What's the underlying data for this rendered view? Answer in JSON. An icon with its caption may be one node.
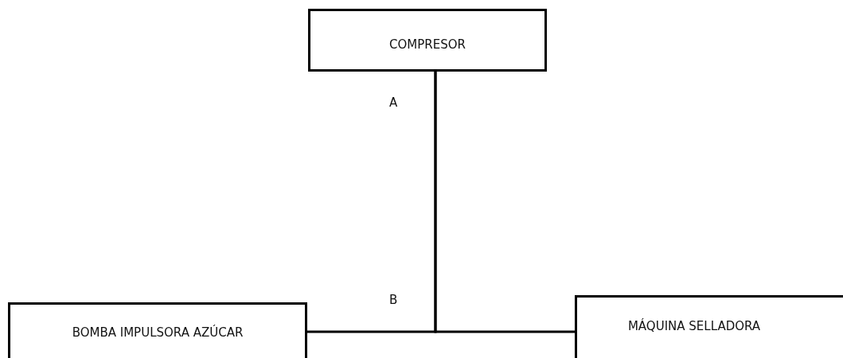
{
  "diagram": {
    "nodes": [
      {
        "text": [
          "COMPRESOR"
        ]
      },
      {
        "text": [
          "BOMBA IMPULSORA AZÚCAR"
        ]
      },
      {
        "text": [
          "MÁQUINA SELLADORA"
        ]
      }
    ],
    "edges": [
      {
        "from": 0,
        "to": 1,
        "arrow": "none"
      },
      {
        "from": 0,
        "to": 2,
        "arrow": "none"
      }
    ],
    "labels": [
      "A",
      "B"
    ]
  }
}
